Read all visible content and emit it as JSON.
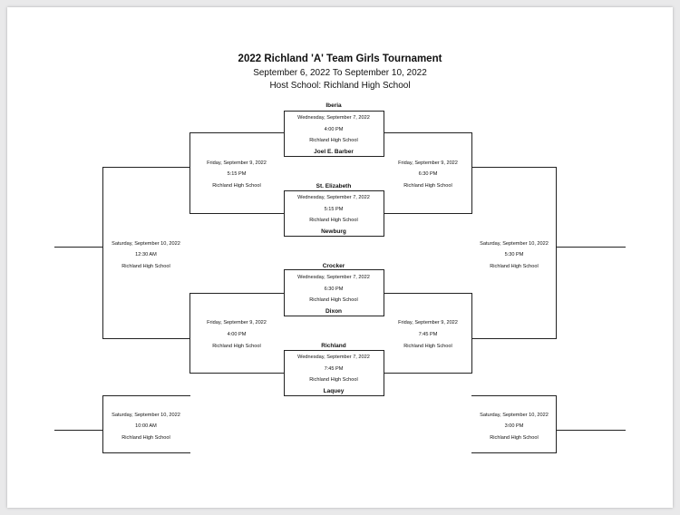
{
  "header": {
    "title": "2022 Richland 'A' Team Girls Tournament",
    "dates": "September 6, 2022 To September 10, 2022",
    "host": "Host School: Richland High School"
  },
  "game1": {
    "team_top": "Iberia",
    "date": "Wednesday, September 7, 2022",
    "time": "4:00 PM",
    "site": "Richland High School",
    "team_bottom": "Joel E. Barber"
  },
  "game2": {
    "team_top": "St. Elizabeth",
    "date": "Wednesday, September 7, 2022",
    "time": "5:15 PM",
    "site": "Richland High School",
    "team_bottom": "Newburg"
  },
  "game3": {
    "team_top": "Crocker",
    "date": "Wednesday, September 7, 2022",
    "time": "6:30 PM",
    "site": "Richland High School",
    "team_bottom": "Dixon"
  },
  "game4": {
    "team_top": "Richland",
    "date": "Wednesday, September 7, 2022",
    "time": "7:45 PM",
    "site": "Richland High School",
    "team_bottom": "Laquey"
  },
  "semi_left_top": {
    "date": "Friday, September 9, 2022",
    "time": "5:15 PM",
    "site": "Richland High School"
  },
  "semi_right_top": {
    "date": "Friday, September 9, 2022",
    "time": "6:30 PM",
    "site": "Richland High School"
  },
  "semi_left_bottom": {
    "date": "Friday, September 9, 2022",
    "time": "4:00 PM",
    "site": "Richland High School"
  },
  "semi_right_bottom": {
    "date": "Friday, September 9, 2022",
    "time": "7:45 PM",
    "site": "Richland High School"
  },
  "final_left_top": {
    "date": "Saturday, September 10, 2022",
    "time": "12:30 AM",
    "site": "Richland High School"
  },
  "final_right_top": {
    "date": "Saturday, September 10, 2022",
    "time": "5:30 PM",
    "site": "Richland High School"
  },
  "final_left_bottom": {
    "date": "Saturday, September 10, 2022",
    "time": "10:00 AM",
    "site": "Richland High School"
  },
  "final_right_bottom": {
    "date": "Saturday, September 10, 2022",
    "time": "3:00 PM",
    "site": "Richland High School"
  }
}
